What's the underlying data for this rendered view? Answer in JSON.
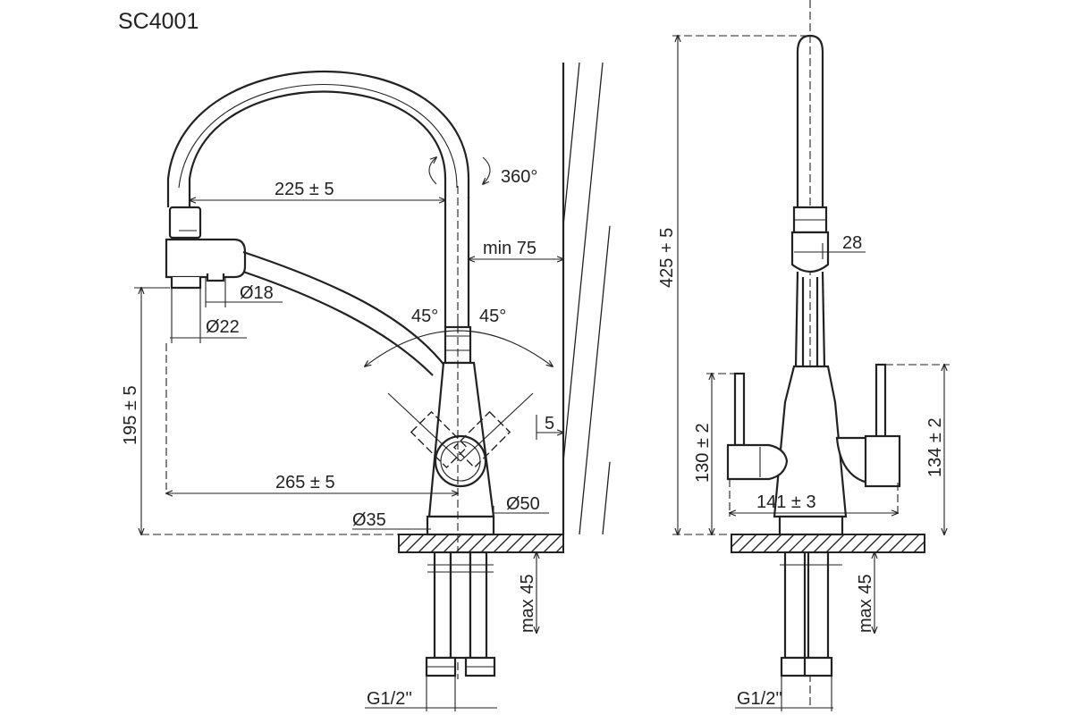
{
  "model": "SC4001",
  "dimensions": {
    "spout_reach": "225 ± 5",
    "rotation": "360°",
    "min_wall": "min 75",
    "aerator_d18": "Ø18",
    "aerator_d22": "Ø22",
    "angle_left": "45°",
    "angle_right": "45°",
    "height_195": "195 ± 5",
    "offset_5": "5",
    "reach_265": "265 ± 5",
    "body_d50": "Ø50",
    "base_d35": "Ø35",
    "max_45_left": "max 45",
    "thread_left": "G1/2''",
    "height_425": "425 + 5",
    "hose_28": "28",
    "height_130": "130 ± 2",
    "height_134": "134 ± 2",
    "width_141": "141 ± 3",
    "max_45_right": "max 45",
    "thread_right": "G1/2''"
  }
}
